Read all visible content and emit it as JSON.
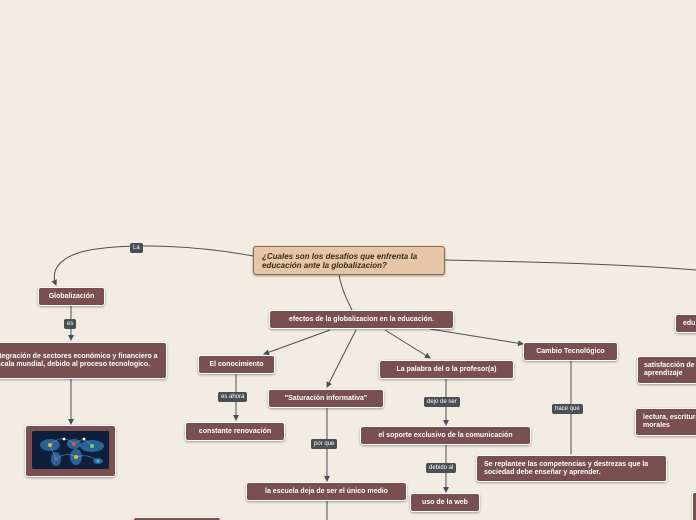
{
  "root": {
    "text": "¿Cuales son los desafíos que enfrenta la educación ante la globalizacion?"
  },
  "nodes": {
    "globalizacion": "Globalización",
    "integracion": "integración de sectores económico y financiero a escala mundial, debido al proceso tecnologico.",
    "efectos": "efectos de la globalizacion en la educación.",
    "conocimiento": "El conocimiento",
    "constante": "constante renovación",
    "saturacion": "\"Saturación informativa\"",
    "escuela": "la escuela deja de ser el único medio",
    "palabra": "La palabra del o la profesor(a)",
    "soporte": "el soporte exclusivo de la comunicación",
    "uso_web": "uso de la web",
    "cambio": "Cambio Tecnológico",
    "replantee": "Se replantee las competencias y destrezas que la sociedad debe enseñar y aprender.",
    "edu": "edu",
    "satisfaccion": "satisfacción de aprendizaje",
    "lectura": "lectura, escritura morales"
  },
  "labels": {
    "la": "La",
    "es": "es",
    "es_ahora": "es ahora",
    "por_que": "por que",
    "dejo_de_ser": "dejo de ser",
    "debido_al": "debido al",
    "hace_que": "hace que"
  },
  "colors": {
    "background": "#f3ece3",
    "node": "#7a4f4f",
    "root": "#e6c6a6",
    "label": "#4a4f55",
    "line": "#4a4f55"
  }
}
